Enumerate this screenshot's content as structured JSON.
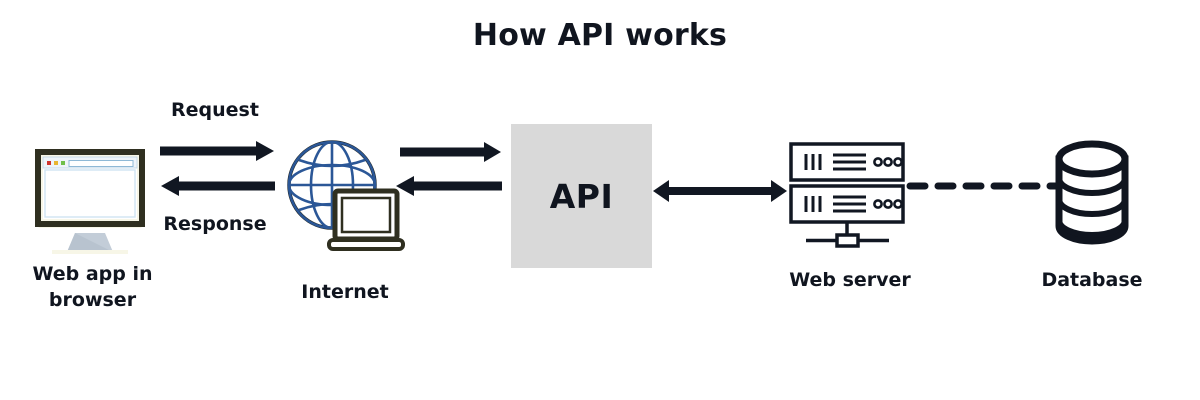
{
  "title": "How API works",
  "colors": {
    "ink": "#10151f",
    "arrow": "#111722",
    "api_box_fill": "#d9d9d9",
    "globe_grid": "#2b5797",
    "device_outline": "#2f2f20",
    "browser_dot_red": "#d0342c",
    "browser_dot_yellow": "#e8b530",
    "browser_dot_green": "#6fbf4a",
    "browser_url_bar": "#cfe3f2",
    "monitor_chin": "#f7f6e7",
    "monitor_stand": "#c3cdd8"
  },
  "nodes": [
    {
      "id": "web-app",
      "label": "Web app in\nbrowser"
    },
    {
      "id": "internet",
      "label": "Internet"
    },
    {
      "id": "api",
      "label": "API"
    },
    {
      "id": "web-server",
      "label": "Web server"
    },
    {
      "id": "database",
      "label": "Database"
    }
  ],
  "flows": [
    {
      "id": "request",
      "label": "Request",
      "direction": "right",
      "from": "web-app",
      "to": "internet"
    },
    {
      "id": "response",
      "label": "Response",
      "direction": "left",
      "from": "internet",
      "to": "web-app"
    },
    {
      "id": "internet-to-api",
      "label": "",
      "direction": "right",
      "from": "internet",
      "to": "api"
    },
    {
      "id": "api-to-internet",
      "label": "",
      "direction": "left",
      "from": "api",
      "to": "internet"
    },
    {
      "id": "api-server",
      "label": "",
      "direction": "both",
      "from": "api",
      "to": "web-server"
    },
    {
      "id": "server-database",
      "label": "",
      "direction": "dashed",
      "from": "web-server",
      "to": "database"
    }
  ],
  "browser_window": {
    "dots": [
      "red",
      "yellow",
      "green"
    ],
    "url_bar": ""
  },
  "server_icon": {
    "units": 2,
    "bars_per_unit": 3,
    "lines_per_unit": 3,
    "dots_per_unit": 3
  },
  "database_icon": {
    "rings": 3
  }
}
